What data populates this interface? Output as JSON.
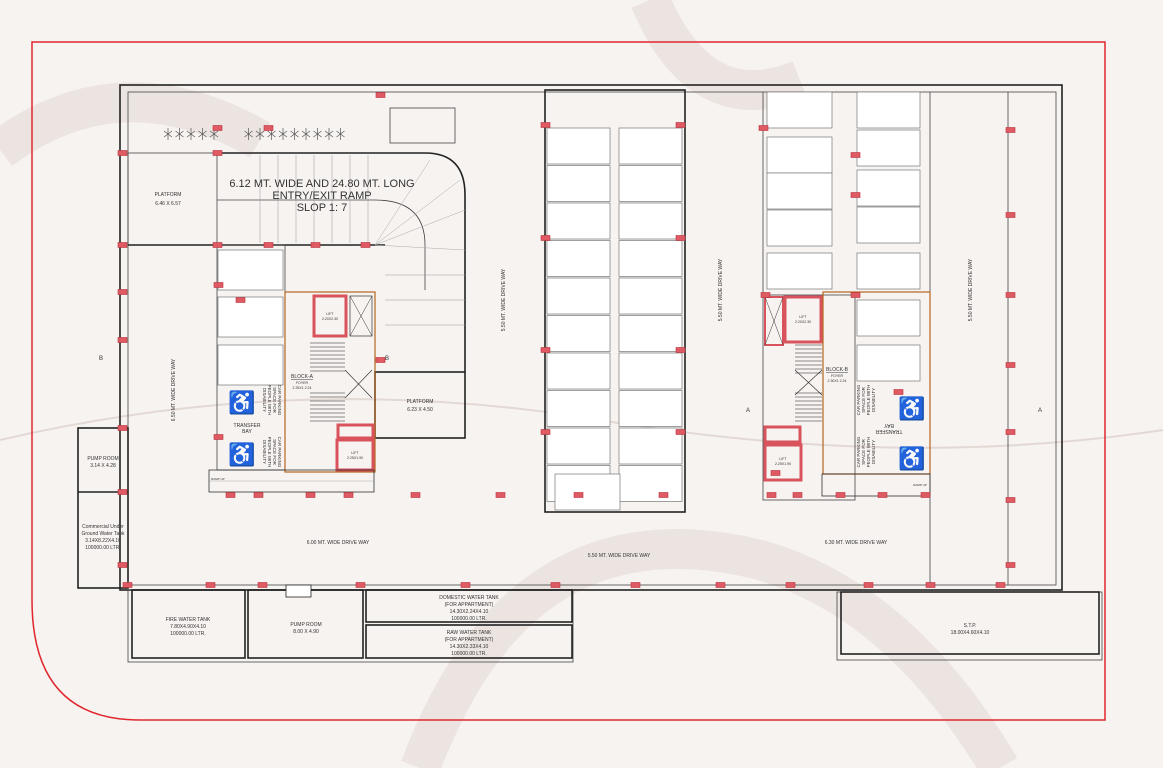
{
  "colors": {
    "boundary": "#e0262e",
    "column": "#e05a63",
    "background": "#f7f3f1",
    "wall": "#222222",
    "core_wall": "#d9535c",
    "accessible_bay_edge": "#b5651d"
  },
  "ramp": {
    "line1": "6.12 MT. WIDE AND 24.80 MT. LONG",
    "line2": "ENTRY/EXIT RAMP",
    "line3": "SLOP 1: 7"
  },
  "platform_left": {
    "name": "PLATFORM",
    "size": "6.46 X 6.57"
  },
  "platform_center": {
    "name": "PLATFORM",
    "size": "6.23 X 4.50"
  },
  "markers": {
    "b_left": "B",
    "b_right": "B",
    "a_left": "A",
    "a_right": "A"
  },
  "driveways": {
    "left_vertical": "6.50 MT. WIDE DRIVE WAY",
    "center_vertical": "5.50 MT. WIDE DRIVE WAY",
    "right_vertical_1": "5.50 MT. WIDE DRIVE WAY",
    "right_vertical_2": "5.50 MT. WIDE DRIVE WAY",
    "bottom_left": "6.00 MT. WIDE DRIVE WAY",
    "bottom_center": "5.50 MT. WIDE DRIVE WAY",
    "bottom_right": "6.30 MT. WIDE DRIVE WAY"
  },
  "block_a": {
    "title": "BLOCK-A",
    "foyer": "FOYER",
    "foyer_size": "2.25X1 2.24",
    "lift_top": "LIFT",
    "lift_top_size": "2.20X2.30",
    "lift_bottom": "LIFT",
    "lift_bottom_size": "2.25X1.90"
  },
  "block_b": {
    "title": "BLOCK-B",
    "foyer": "FOYER",
    "foyer_size": "2.30X1 2.24",
    "lift_top": "LIFT",
    "lift_top_size": "2.20X2.30",
    "lift_bottom": "LIFT",
    "lift_bottom_size": "2.25X1.90"
  },
  "accessible": {
    "parking_label": "CAR PARKING SPACE FOR PEOPLE WITH DISABILITY",
    "transfer_line1": "TRANSFER",
    "transfer_line2": "BAY",
    "ramp_up": "RAMP UP"
  },
  "rooms": {
    "pump_room_left": {
      "name": "PUMP ROOM",
      "size": "3.14 X 4.28"
    },
    "commercial_tank": {
      "line1": "Commercial Under",
      "line2": "Ground Water Tank",
      "size": "3.14X8.22X4.10",
      "capacity": "100000.00 LTR."
    },
    "fire_tank": {
      "name": "FIRE WATER TANK",
      "size": "7.80X4.90X4.10",
      "capacity": "100000.00 LTR."
    },
    "pump_room_bottom": {
      "name": "PUMP ROOM",
      "size": "8.00 X 4.90"
    },
    "domestic_tank": {
      "name": "DOMESTIC WATER TANK",
      "note": "(FOR APPARTMENT)",
      "size": "14.30X2.24X4.10",
      "capacity": "100000.00 LTR."
    },
    "raw_tank": {
      "name": "RAW WATER TANK",
      "note": "(FOR APPARTMENT)",
      "size": "14.30X2.33X4.10",
      "capacity": "100000.00 LTR."
    },
    "stp": {
      "name": "S.T.P.",
      "size": "18.00X4.60X4.10"
    }
  }
}
